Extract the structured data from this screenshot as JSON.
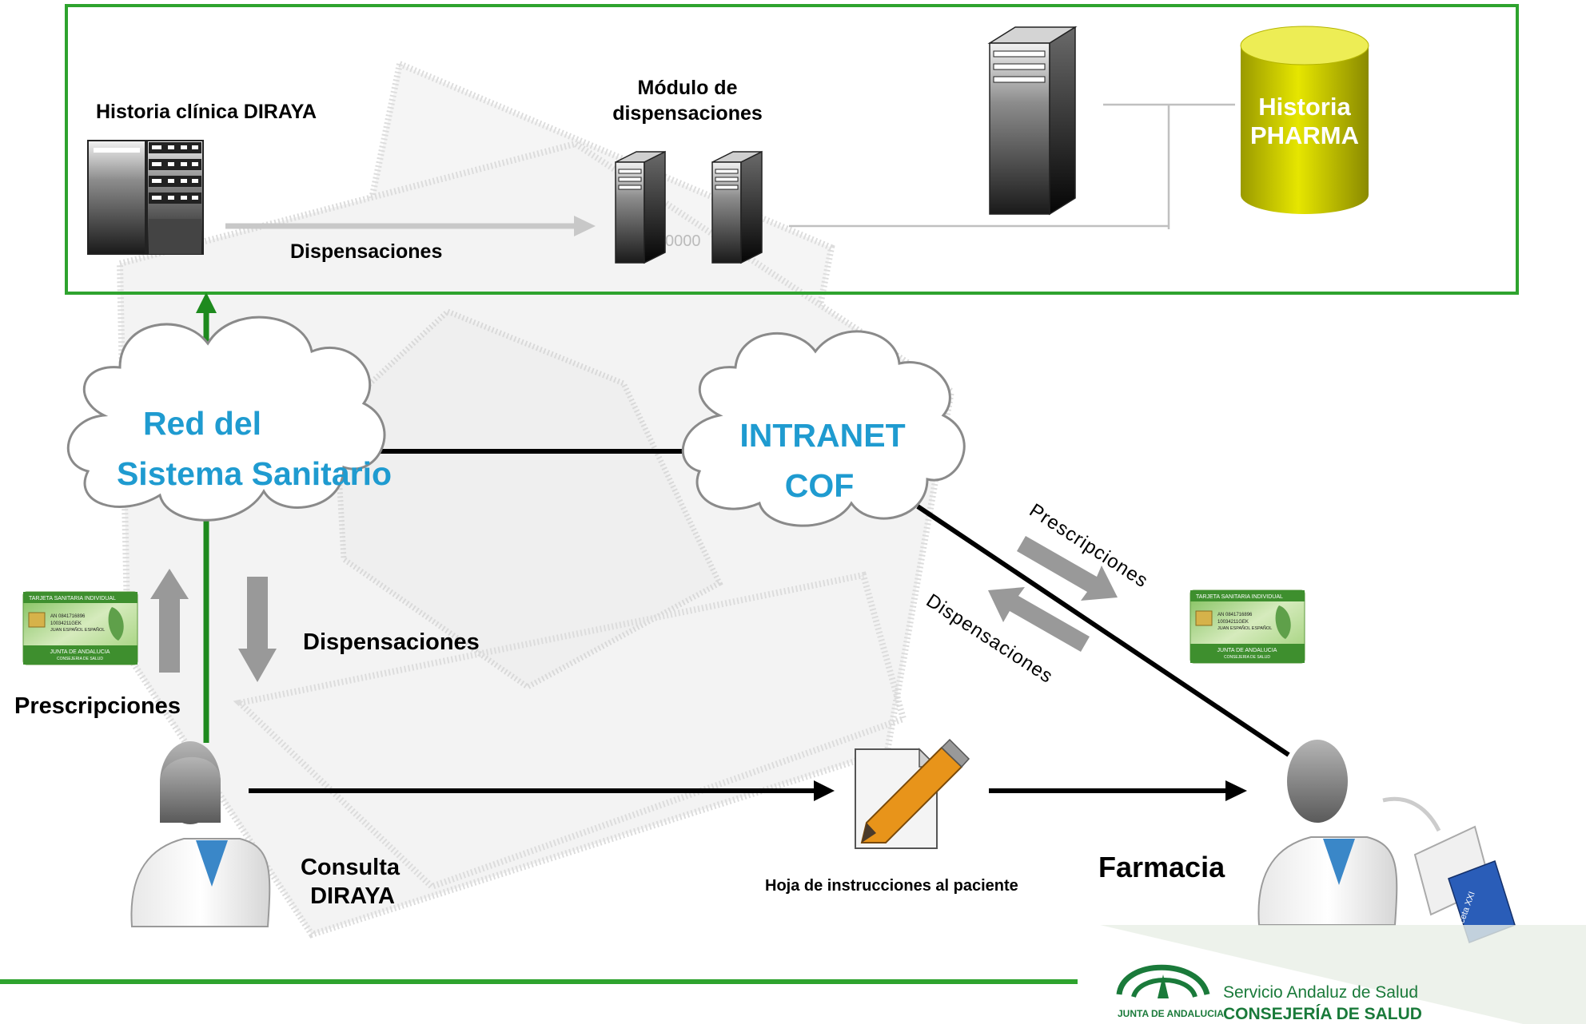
{
  "top_panel": {
    "diraya_label": "Historia clínica DIRAYA",
    "modulo_label_line1": "Módulo de",
    "modulo_label_line2": "dispensaciones",
    "flow_label": "Dispensaciones",
    "pharma_label_line1": "Historia",
    "pharma_label_line2": "PHARMA",
    "border_color": "#2ea32e"
  },
  "clouds": {
    "red_line1": "Red del",
    "red_line2": "Sistema Sanitario",
    "intranet_line1": "INTRANET",
    "intranet_line2": "COF",
    "text_color": "#1f9bd0"
  },
  "left_flow": {
    "dispensaciones": "Dispensaciones",
    "prescripciones": "Prescripciones",
    "consulta_line1": "Consulta",
    "consulta_line2": "DIRAYA"
  },
  "right_flow": {
    "prescripciones": "Prescripciones",
    "dispensaciones": "Dispensaciones",
    "farmacia": "Farmacia",
    "hoja": "Hoja  de instrucciones al paciente"
  },
  "cards": {
    "title": "TARJETA SANITARIA INDIVIDUAL",
    "issuer": "JUNTA DE ANDALUCIA",
    "dept": "CONSEJERIA DE SALUD",
    "number": "AN 0841716896",
    "id": "10034211GEK",
    "name": "JUAN ESPAÑOL ESPAÑOL"
  },
  "reader_card_text": "Receta XXI",
  "logo": {
    "junta": "JUNTA DE ANDALUCIA",
    "servicio": "Servicio Andaluz de Salud",
    "consejeria": "CONSEJERÍA DE SALUD"
  },
  "colors": {
    "green": "#2ea32e",
    "arrow_green": "#1e8a1e",
    "gray_arrow": "#999999",
    "pharma_yellow": "#c8c800",
    "pencil_orange": "#e8941a"
  }
}
